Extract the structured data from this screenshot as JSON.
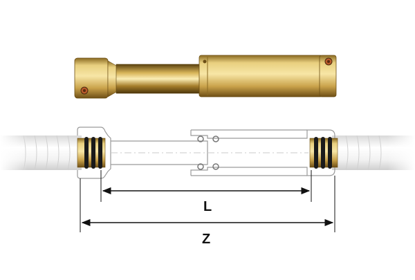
{
  "dimensions": {
    "inner_length_label": "L",
    "overall_length_label": "Z"
  },
  "colors": {
    "brass_light": "#f0d98a",
    "brass_mid": "#c9a24a",
    "brass_dark": "#7a5a1c",
    "pipe_white": "#f4f4f4",
    "outline": "#9a9a9a",
    "seal_ring": "#1a1a1a",
    "dimension_line": "#111111"
  },
  "parts": {
    "product_photo": "brass-telescopic-connector",
    "cross_section": "telescopic-connector-section-with-pipes"
  }
}
